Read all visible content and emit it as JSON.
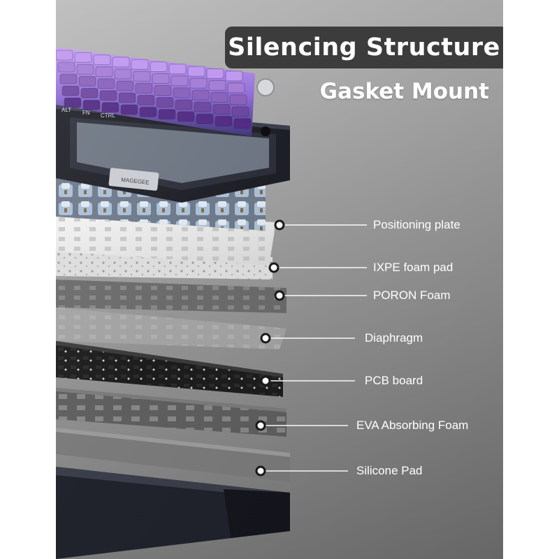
{
  "header": {
    "title": "Silencing Structure",
    "subtitle": "Gasket Mount"
  },
  "case_badge": "MAGEGEE",
  "key_legends": [
    "ALT",
    "FN",
    "CTRL"
  ],
  "layers": [
    {
      "label": "Positioning plate"
    },
    {
      "label": "IXPE foam pad"
    },
    {
      "label": "PORON Foam"
    },
    {
      "label": "Diaphragm"
    },
    {
      "label": "PCB board"
    },
    {
      "label": "EVA Absorbing Foam"
    },
    {
      "label": "Silicone Pad"
    }
  ],
  "colors": {
    "keycap_top": "#b88cf0",
    "keycap_bottom": "#4a3a8c",
    "frame": "#1e1f26",
    "title_banner": "#3c3c3c",
    "label_text": "#ffffff"
  }
}
